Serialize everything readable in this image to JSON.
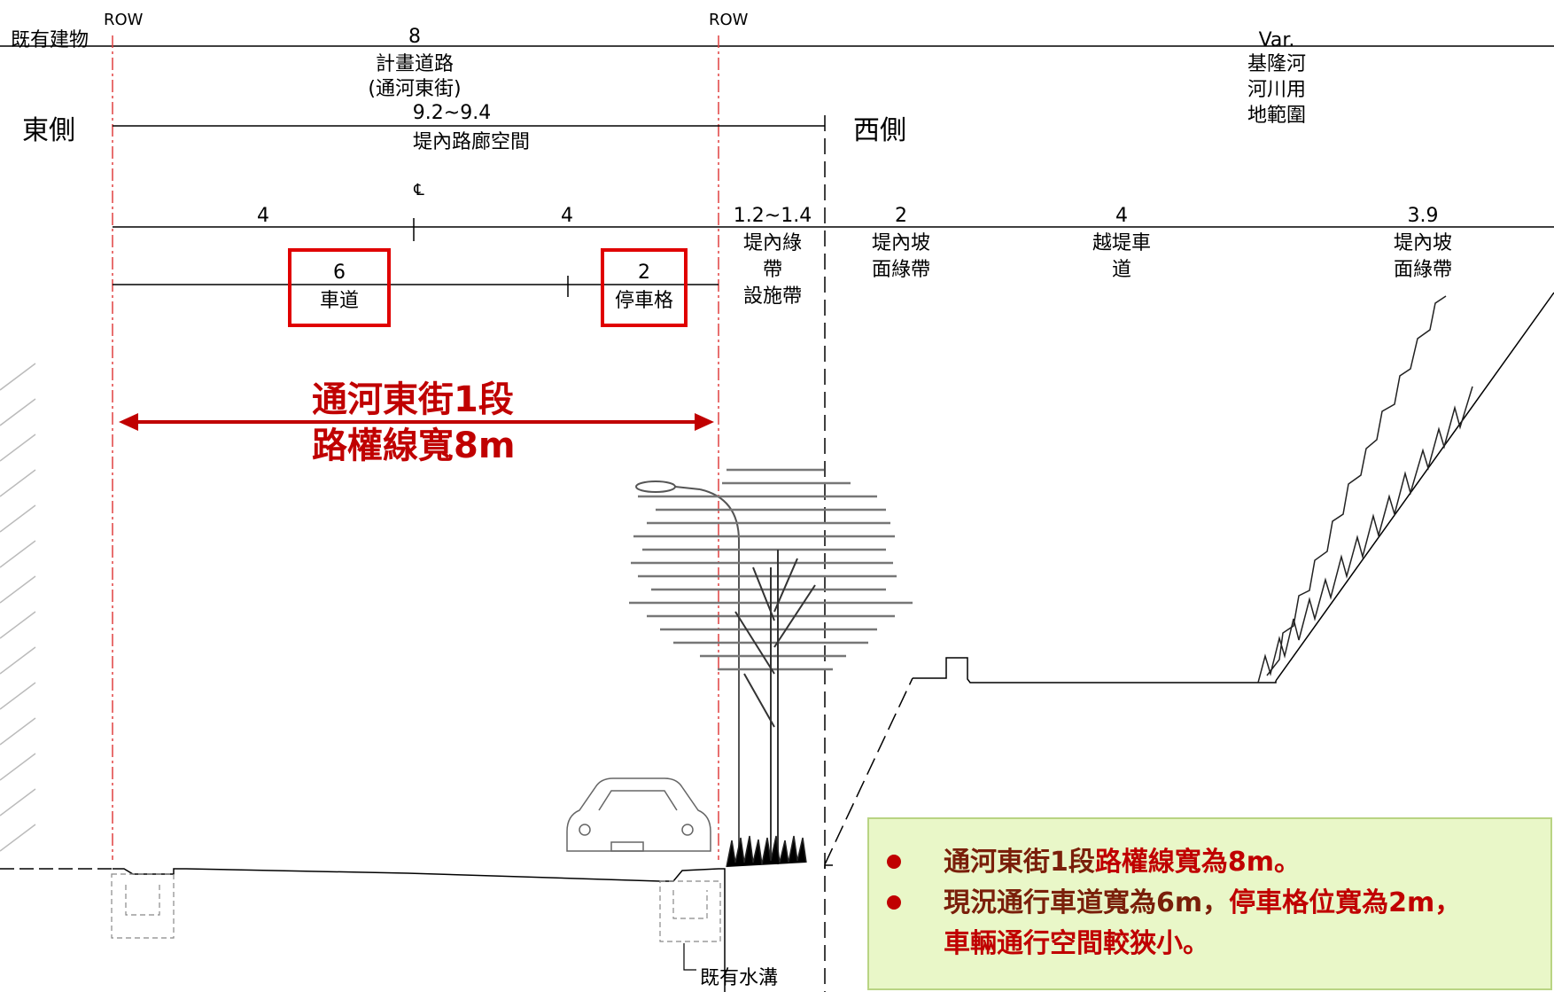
{
  "labels": {
    "existing_building": "既有建物",
    "row_left": "ROW",
    "row_right": "ROW",
    "east_side": "東側",
    "west_side": "西側",
    "dim_8": "8",
    "planned_road_1": "計畫道路",
    "planned_road_2": "(通河東街)",
    "dim_92_94": "9.2~9.4",
    "corridor": "堤內路廊空間",
    "centerline": "℄",
    "dim_4a": "4",
    "dim_4b": "4",
    "dim_6": "6",
    "roadway": "車道",
    "dim_2a": "2",
    "parking": "停車格",
    "dim_12_14": "1.2~1.4",
    "green_1": "堤內綠",
    "green_2": "帶",
    "green_3": "設施帶",
    "dim_2b": "2",
    "slope_green_a1": "堤內坡",
    "slope_green_a2": "面綠帶",
    "dim_4c": "4",
    "levee_road_1": "越堤車",
    "levee_road_2": "道",
    "dim_39": "3.9",
    "slope_green_b1": "堤內坡",
    "slope_green_b2": "面綠帶",
    "var": "Var.",
    "river_1": "基隆河",
    "river_2": "河川用",
    "river_3": "地範圍",
    "existing_ditch": "既有水溝"
  },
  "callout": {
    "line1": "通河東街1段",
    "line2": "路權線寬8m"
  },
  "notes": [
    {
      "dark": "通河東街1段",
      "red": "路權線寬為8m。"
    },
    {
      "dark": "現況通行車道寬為6m，",
      "red": "停車格位寬為2m，"
    },
    {
      "dark": "",
      "red": "車輛通行空間較狹小。"
    }
  ],
  "colors": {
    "accent": "#c00000",
    "note_bg": "#e9f7c8"
  }
}
